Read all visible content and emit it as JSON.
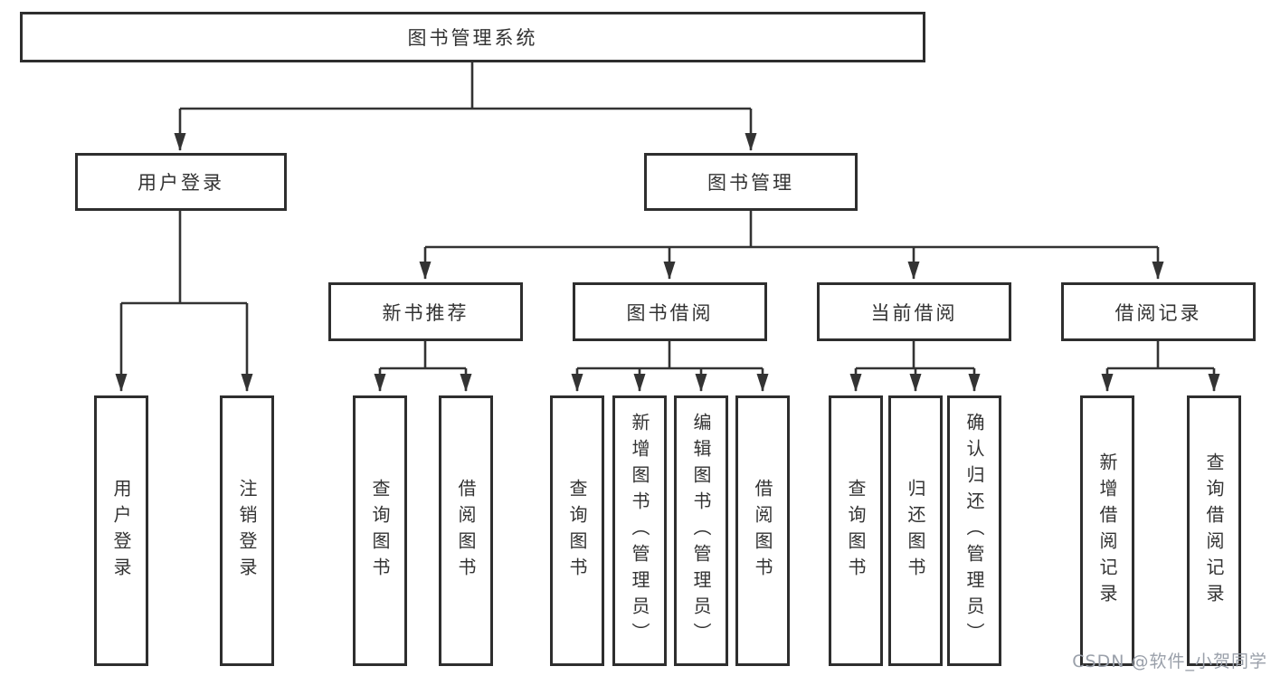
{
  "diagram": {
    "root": {
      "label": "图书管理系统"
    },
    "level2": [
      {
        "label": "用户登录"
      },
      {
        "label": "图书管理"
      }
    ],
    "level3": [
      {
        "label": "新书推荐"
      },
      {
        "label": "图书借阅"
      },
      {
        "label": "当前借阅"
      },
      {
        "label": "借阅记录"
      }
    ],
    "leaves": {
      "user_login": [
        {
          "label": "用户登录"
        },
        {
          "label": "注销登录"
        }
      ],
      "new_book_recommend": [
        {
          "label": "查询图书"
        },
        {
          "label": "借阅图书"
        }
      ],
      "book_borrow": [
        {
          "label": "查询图书"
        },
        {
          "label": "新增图书（管理员）"
        },
        {
          "label": "编辑图书（管理员）"
        },
        {
          "label": "借阅图书"
        }
      ],
      "current_borrow": [
        {
          "label": "查询图书"
        },
        {
          "label": "归还图书"
        },
        {
          "label": "确认归还（管理员）"
        }
      ],
      "borrow_record": [
        {
          "label": "新增借阅记录"
        },
        {
          "label": "查询借阅记录"
        }
      ]
    }
  },
  "watermark": {
    "text": "CSDN @软件_小贺同学",
    "color": "#9aa0aa"
  },
  "colors": {
    "border": "#2e2e2e",
    "line": "#333333",
    "text": "#333333",
    "background": "#ffffff"
  }
}
